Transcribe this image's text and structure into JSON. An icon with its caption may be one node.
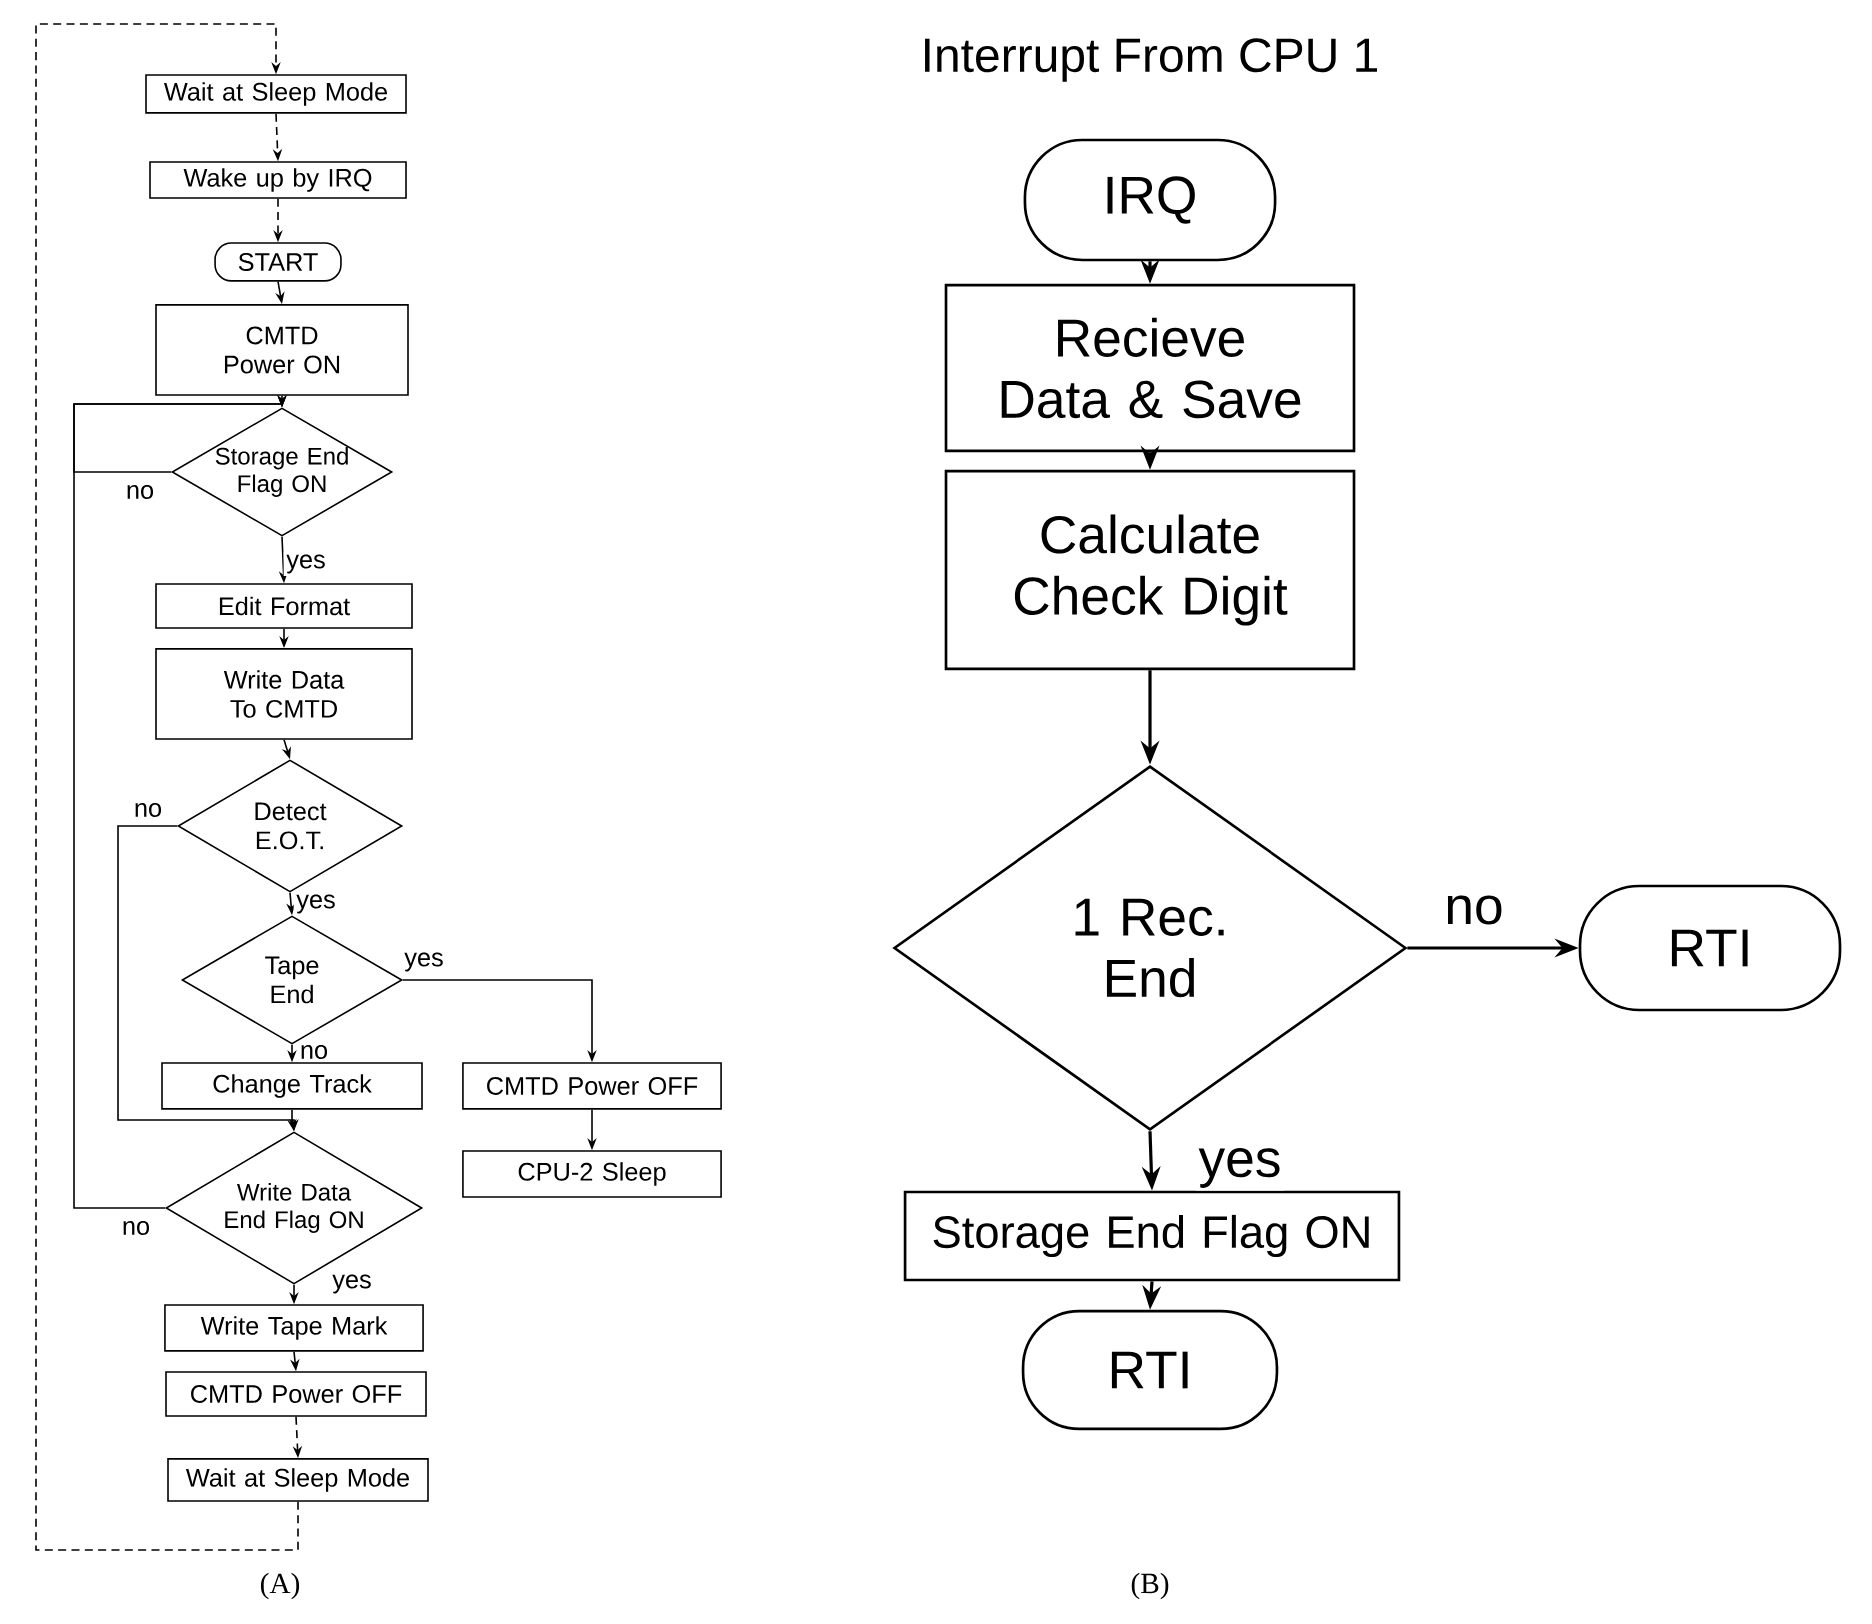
{
  "diagram": {
    "title": "Interrupt From CPU 1",
    "nodes": [
      {
        "text": [
          "Wait at Sleep Mode"
        ]
      },
      {
        "text": [
          "Wake up by IRQ"
        ]
      },
      {
        "text": [
          "START"
        ]
      },
      {
        "text": [
          "CMTD Power ON"
        ]
      },
      {
        "text": [
          "Storage End Flag ON"
        ]
      },
      {
        "text": [
          "Edit Format"
        ]
      },
      {
        "text": [
          "Write Data To CMTD"
        ]
      },
      {
        "text": [
          "Detect E.O.T."
        ]
      },
      {
        "text": [
          "Tape End"
        ]
      },
      {
        "text": [
          "Change Track"
        ]
      },
      {
        "text": [
          "CMTD Power OFF"
        ]
      },
      {
        "text": [
          "CPU-2 Sleep"
        ]
      },
      {
        "text": [
          "Write Data End Flag ON"
        ]
      },
      {
        "text": [
          "Write Tape Mark"
        ]
      },
      {
        "text": [
          "CMTD Power OFF"
        ]
      },
      {
        "text": [
          "Wait at Sleep Mode"
        ]
      },
      {
        "text": [
          "IRQ"
        ]
      },
      {
        "text": [
          "Recieve Data & Save"
        ]
      },
      {
        "text": [
          "Calculate Check Digit"
        ]
      },
      {
        "text": [
          "1 Rec. End"
        ]
      },
      {
        "text": [
          "RTI"
        ]
      },
      {
        "text": [
          "Storage End Flag ON"
        ]
      },
      {
        "text": [
          "RTI"
        ]
      }
    ],
    "edges": [
      {
        "from": 0,
        "to": 1,
        "arrow": "to",
        "style": "dashed"
      },
      {
        "from": 1,
        "to": 2,
        "arrow": "to",
        "style": "dashed"
      },
      {
        "from": 2,
        "to": 3,
        "arrow": "to"
      },
      {
        "from": 3,
        "to": 4,
        "arrow": "to"
      },
      {
        "from": 4,
        "to": 5,
        "arrow": "to",
        "label": "yes"
      },
      {
        "from": 5,
        "to": 6,
        "arrow": "to"
      },
      {
        "from": 6,
        "to": 7,
        "arrow": "to"
      },
      {
        "from": 7,
        "to": 8,
        "arrow": "to",
        "label": "yes"
      },
      {
        "from": 8,
        "to": 9,
        "arrow": "to",
        "label": "no"
      },
      {
        "from": 8,
        "to": 10,
        "arrow": "to",
        "label": "yes"
      },
      {
        "from": 10,
        "to": 11,
        "arrow": "to"
      },
      {
        "from": 9,
        "to": 12,
        "arrow": "to"
      },
      {
        "from": 7,
        "to": 12,
        "arrow": "to",
        "label": "no"
      },
      {
        "from": 12,
        "to": 4,
        "arrow": "to",
        "label": "no"
      },
      {
        "from": 4,
        "to": 4,
        "arrow": "to",
        "label": "no"
      },
      {
        "from": 12,
        "to": 13,
        "arrow": "to",
        "label": "yes"
      },
      {
        "from": 13,
        "to": 14,
        "arrow": "to"
      },
      {
        "from": 14,
        "to": 15,
        "arrow": "to",
        "style": "dashed"
      },
      {
        "from": 15,
        "to": 0,
        "arrow": "to",
        "style": "dashed"
      },
      {
        "from": 16,
        "to": 17,
        "arrow": "to"
      },
      {
        "from": 17,
        "to": 18,
        "arrow": "to"
      },
      {
        "from": 18,
        "to": 19,
        "arrow": "to"
      },
      {
        "from": 19,
        "to": 20,
        "arrow": "to",
        "label": "no"
      },
      {
        "from": 19,
        "to": 21,
        "arrow": "to",
        "label": "yes"
      },
      {
        "from": 21,
        "to": 22,
        "arrow": "to"
      }
    ],
    "labels": [
      "(A)",
      "(B)"
    ]
  }
}
